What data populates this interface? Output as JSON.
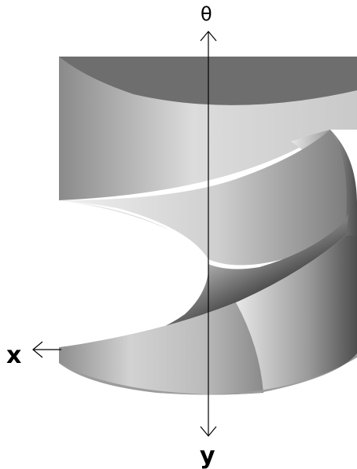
{
  "diagram": {
    "axes": {
      "theta_label": "θ",
      "x_label": "x",
      "y_label": "y"
    },
    "surface_colors": {
      "top_cap": "#6e6e6e",
      "shell_light": "#d8d8d8",
      "shell_dark": "#5a5a5a",
      "axis_line": "#000000",
      "background": "#ffffff"
    }
  }
}
